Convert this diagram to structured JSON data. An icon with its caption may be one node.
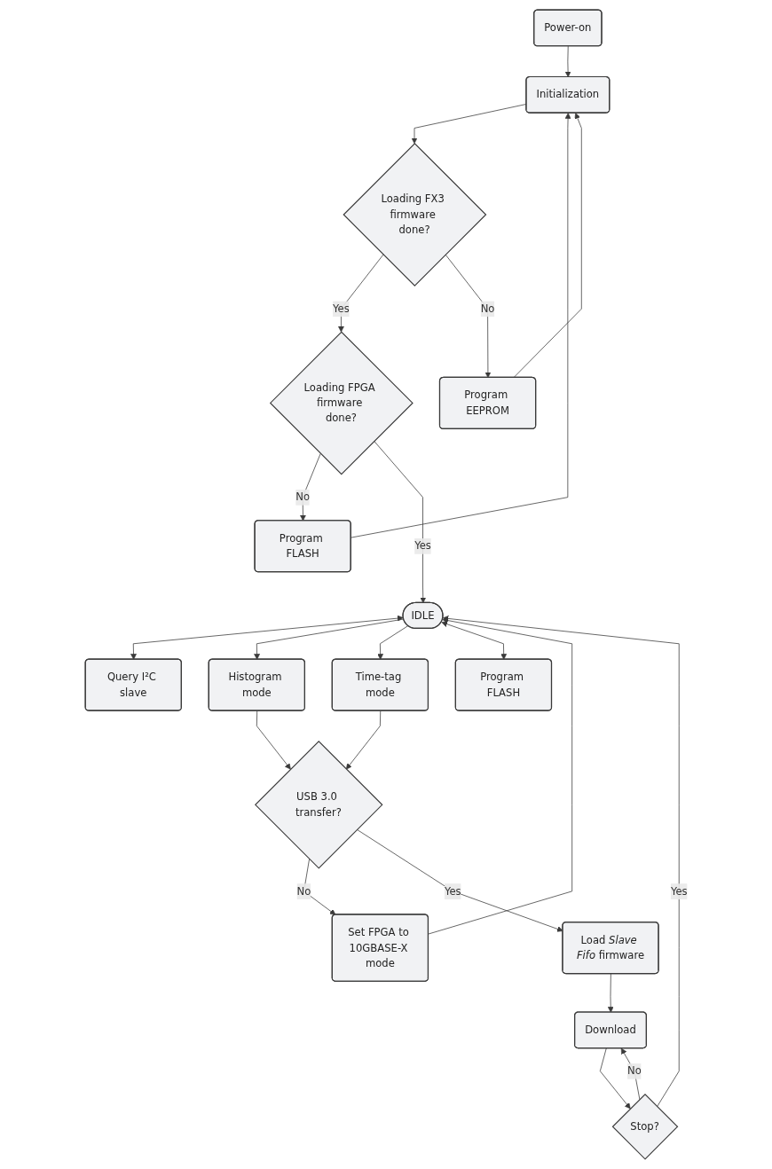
{
  "diagram": {
    "nodes": [
      {
        "text": [
          "Power-on"
        ]
      },
      {
        "text": [
          "Initialization"
        ]
      },
      {
        "text": [
          "Loading FX3 firmware done?"
        ]
      },
      {
        "text": [
          "Program EEPROM"
        ]
      },
      {
        "text": [
          "Program FLASH"
        ]
      },
      {
        "text": [
          "Loading FPGA firmware done?"
        ]
      },
      {
        "text": [
          "IDLE"
        ]
      },
      {
        "text": [
          "Query I²C slave"
        ]
      },
      {
        "text": [
          "Histogram mode"
        ]
      },
      {
        "text": [
          "Time-tag mode"
        ]
      },
      {
        "text": [
          "Program FLASH"
        ]
      },
      {
        "text": [
          "USB 3.0 transfer?"
        ]
      },
      {
        "text": [
          "Set FPGA to 10GBASE-X mode"
        ]
      },
      {
        "text": [
          "Load *Slave Fifo* firmware"
        ]
      },
      {
        "text": [
          "Download"
        ]
      },
      {
        "text": [
          "Stop?"
        ]
      }
    ],
    "edges": [
      {
        "from": 0,
        "to": 1,
        "arrow": "to"
      },
      {
        "from": 1,
        "to": 2,
        "arrow": "to"
      },
      {
        "from": 2,
        "to": 5,
        "label": "Yes",
        "arrow": "to"
      },
      {
        "from": 2,
        "to": 3,
        "label": "No",
        "arrow": "to"
      },
      {
        "from": 3,
        "to": 1,
        "arrow": "to"
      },
      {
        "from": 5,
        "to": 4,
        "label": "No",
        "arrow": "to"
      },
      {
        "from": 4,
        "to": 1,
        "arrow": "to"
      },
      {
        "from": 5,
        "to": 6,
        "label": "Yes",
        "arrow": "to"
      },
      {
        "from": 6,
        "to": 7,
        "arrow": "both"
      },
      {
        "from": 6,
        "to": 8,
        "arrow": "to"
      },
      {
        "from": 6,
        "to": 9,
        "arrow": "to"
      },
      {
        "from": 6,
        "to": 10,
        "arrow": "both"
      },
      {
        "from": 8,
        "to": 11,
        "arrow": "to"
      },
      {
        "from": 9,
        "to": 11,
        "arrow": "to"
      },
      {
        "from": 11,
        "to": 12,
        "label": "No",
        "arrow": "to"
      },
      {
        "from": 11,
        "to": 13,
        "label": "Yes",
        "arrow": "to"
      },
      {
        "from": 13,
        "to": 14,
        "arrow": "to"
      },
      {
        "from": 14,
        "to": 15,
        "arrow": "to"
      },
      {
        "from": 15,
        "to": 6,
        "label": "Yes",
        "arrow": "to"
      },
      {
        "from": 15,
        "to": 14,
        "label": "No",
        "arrow": "to"
      },
      {
        "from": 12,
        "to": 6,
        "arrow": "to"
      }
    ]
  }
}
